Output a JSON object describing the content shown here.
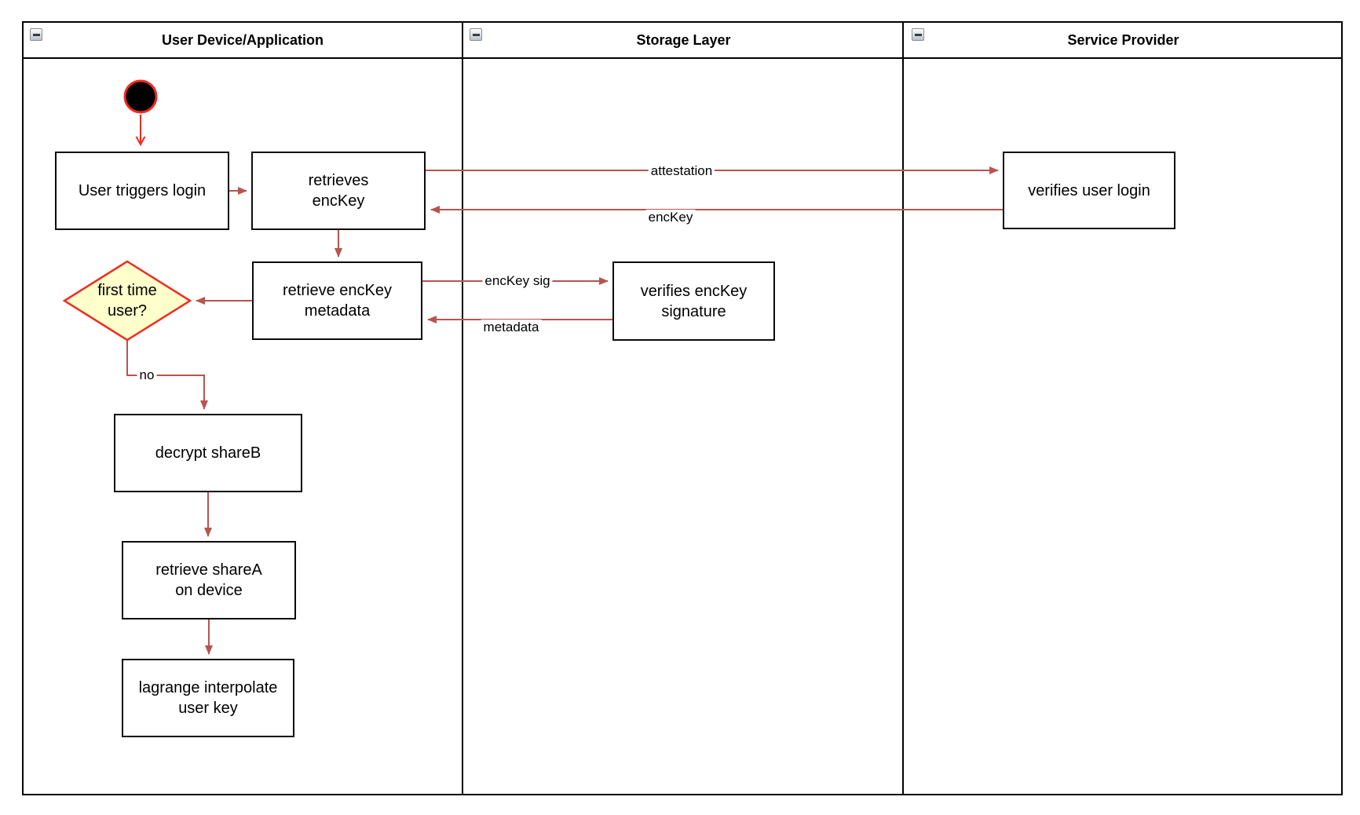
{
  "diagram": {
    "kind": "swimlane-activity-diagram",
    "lanes": [
      {
        "title": "User Device/Application",
        "collapse_icon": "minus-icon"
      },
      {
        "title": "Storage Layer",
        "collapse_icon": "minus-icon"
      },
      {
        "title": "Service Provider",
        "collapse_icon": "minus-icon"
      }
    ],
    "nodes": {
      "start": {
        "type": "initial-state",
        "shape": "filled-circle"
      },
      "login": {
        "label": "User triggers login"
      },
      "retrieves_enckey": {
        "label": "retrieves\nencKey"
      },
      "retrieve_metadata": {
        "label": "retrieve encKey\nmetadata"
      },
      "first_time_user": {
        "label": "first time\nuser?",
        "shape": "decision-diamond"
      },
      "decrypt_shareb": {
        "label": "decrypt shareB"
      },
      "retrieve_sharea": {
        "label": "retrieve shareA\non device"
      },
      "lagrange": {
        "label": "lagrange interpolate\nuser key"
      },
      "verifies_enckey_sig": {
        "label": "verifies encKey\nsignature"
      },
      "verifies_user_login": {
        "label": "verifies user login"
      }
    },
    "edge_labels": {
      "attestation": "attestation",
      "enckey": "encKey",
      "enckey_sig": "encKey sig",
      "metadata": "metadata",
      "no": "no"
    },
    "colors": {
      "flow_edge": "#b85450",
      "start_accent": "#f42a1e",
      "decision_fill": "#ffffcc",
      "node_border": "#0b0b0b",
      "lane_border": "#000000"
    }
  }
}
